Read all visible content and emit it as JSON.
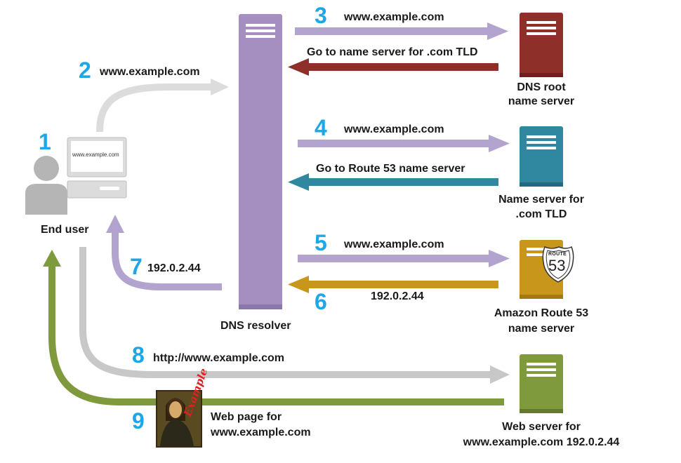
{
  "colors": {
    "resolver": "#a48fc0",
    "root": "#8f2f2a",
    "tld": "#2f87a0",
    "route53": "#c9961c",
    "webserver": "#7f9a3d",
    "arrow_gray": "#c8c8c8",
    "arrow_purple": "#b3a4cf",
    "step_number": "#1ea7e6"
  },
  "end_user": {
    "label": "End user",
    "monitor_text": "www.example.com"
  },
  "resolver": {
    "label": "DNS resolver"
  },
  "servers": {
    "root": {
      "line1": "DNS root",
      "line2": "name server"
    },
    "tld": {
      "line1": "Name server for",
      "line2": ".com TLD"
    },
    "route53": {
      "line1": "Amazon Route 53",
      "line2": "name server",
      "badge_top": "ROUTE",
      "badge_num": "53"
    },
    "web": {
      "line1": "Web server for",
      "line2": "www.example.com 192.0.2.44"
    }
  },
  "steps": [
    {
      "num": "1"
    },
    {
      "num": "2",
      "text": "www.example.com"
    },
    {
      "num": "3",
      "text": "www.example.com",
      "reply": "Go to name server for .com TLD"
    },
    {
      "num": "4",
      "text": "www.example.com",
      "reply": "Go to Route 53 name server"
    },
    {
      "num": "5",
      "text": "www.example.com"
    },
    {
      "num": "6",
      "text": "192.0.2.44"
    },
    {
      "num": "7",
      "text": "192.0.2.44"
    },
    {
      "num": "8",
      "text": "http://www.example.com"
    },
    {
      "num": "9",
      "line1": "Web page for",
      "line2": "www.example.com",
      "image_text": "Example"
    }
  ]
}
